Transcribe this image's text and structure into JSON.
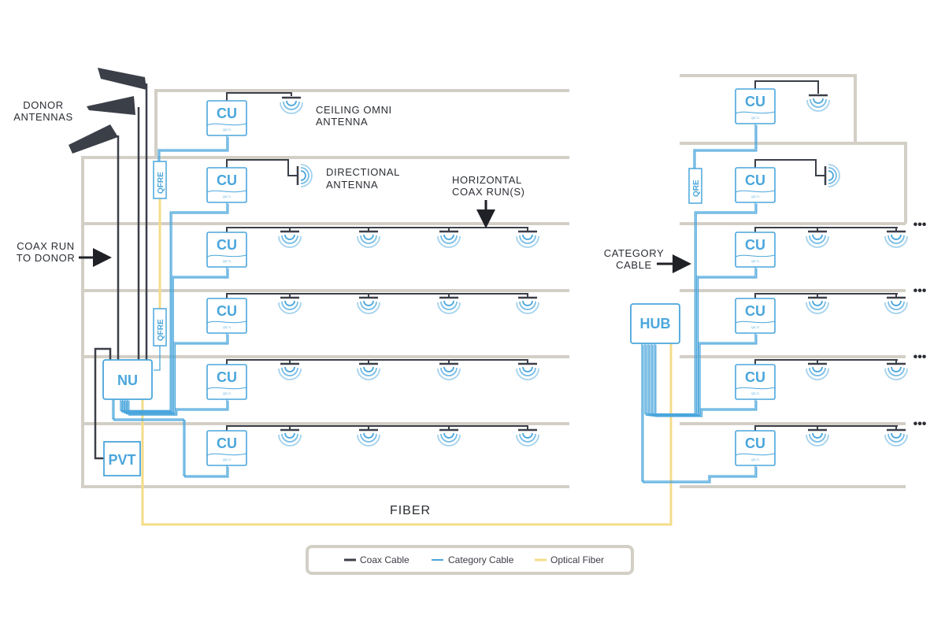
{
  "colors": {
    "coax": "#3b3f48",
    "category": "#4aa6dc",
    "fiber": "#f4dc88",
    "wall": "#d3cfc6",
    "text": "#2a2d33"
  },
  "labels": {
    "donor_antennas": [
      "DONOR",
      "ANTENNAS"
    ],
    "ceiling_omni": [
      "CEILING OMNI",
      "ANTENNA"
    ],
    "directional": [
      "DIRECTIONAL",
      "ANTENNA"
    ],
    "horizontal_coax": [
      "HORIZONTAL",
      "COAX RUN(S)"
    ],
    "coax_run_donor": [
      "COAX RUN",
      "TO DONOR"
    ],
    "category_cable": [
      "CATEGORY",
      "CABLE"
    ],
    "fiber": "FIBER"
  },
  "units": {
    "cu": "CU",
    "cu_model": "QS-71",
    "nu": "NU",
    "pvt": "PVT",
    "hub": "HUB",
    "qfre": "QFRE",
    "qre": "QRE"
  },
  "legend": [
    {
      "label": "Coax Cable",
      "color": "#3b3f48"
    },
    {
      "label": "Category Cable",
      "color": "#4aa6dc"
    },
    {
      "label": "Optical Fiber",
      "color": "#f4dc88"
    }
  ],
  "more_indicator": "•••"
}
